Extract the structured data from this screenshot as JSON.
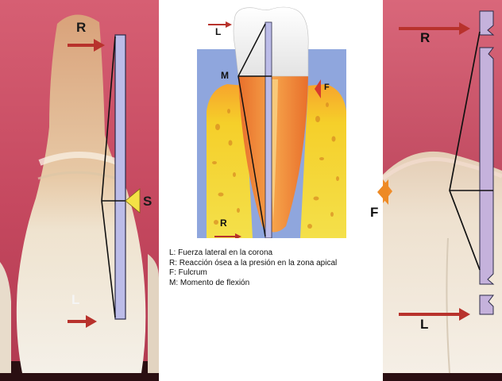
{
  "left_panel": {
    "labels": {
      "r": "R",
      "s": "S",
      "l": "L"
    }
  },
  "middle_panel": {
    "labels": {
      "l": "L",
      "m": "M",
      "f": "F",
      "r": "R"
    },
    "legend": [
      "L: Fuerza lateral en la corona",
      "R: Reacción ósea a la presión en la zona apical",
      "F: Fulcrum",
      "M: Momento de flexión"
    ]
  },
  "right_panel": {
    "labels": {
      "r": "R",
      "f": "F",
      "l": "L"
    }
  },
  "colors": {
    "gingiva": "#c9546a",
    "tooth": "#efe6d6",
    "bone_yellow": "#f3d21f",
    "root_orange": "#ef8a3a",
    "bone_background": "#8fa6dd",
    "arrow_red": "#b8322c",
    "instrument_bar": "#b9b9e6",
    "s_marker_yellow": "#f4e246"
  }
}
